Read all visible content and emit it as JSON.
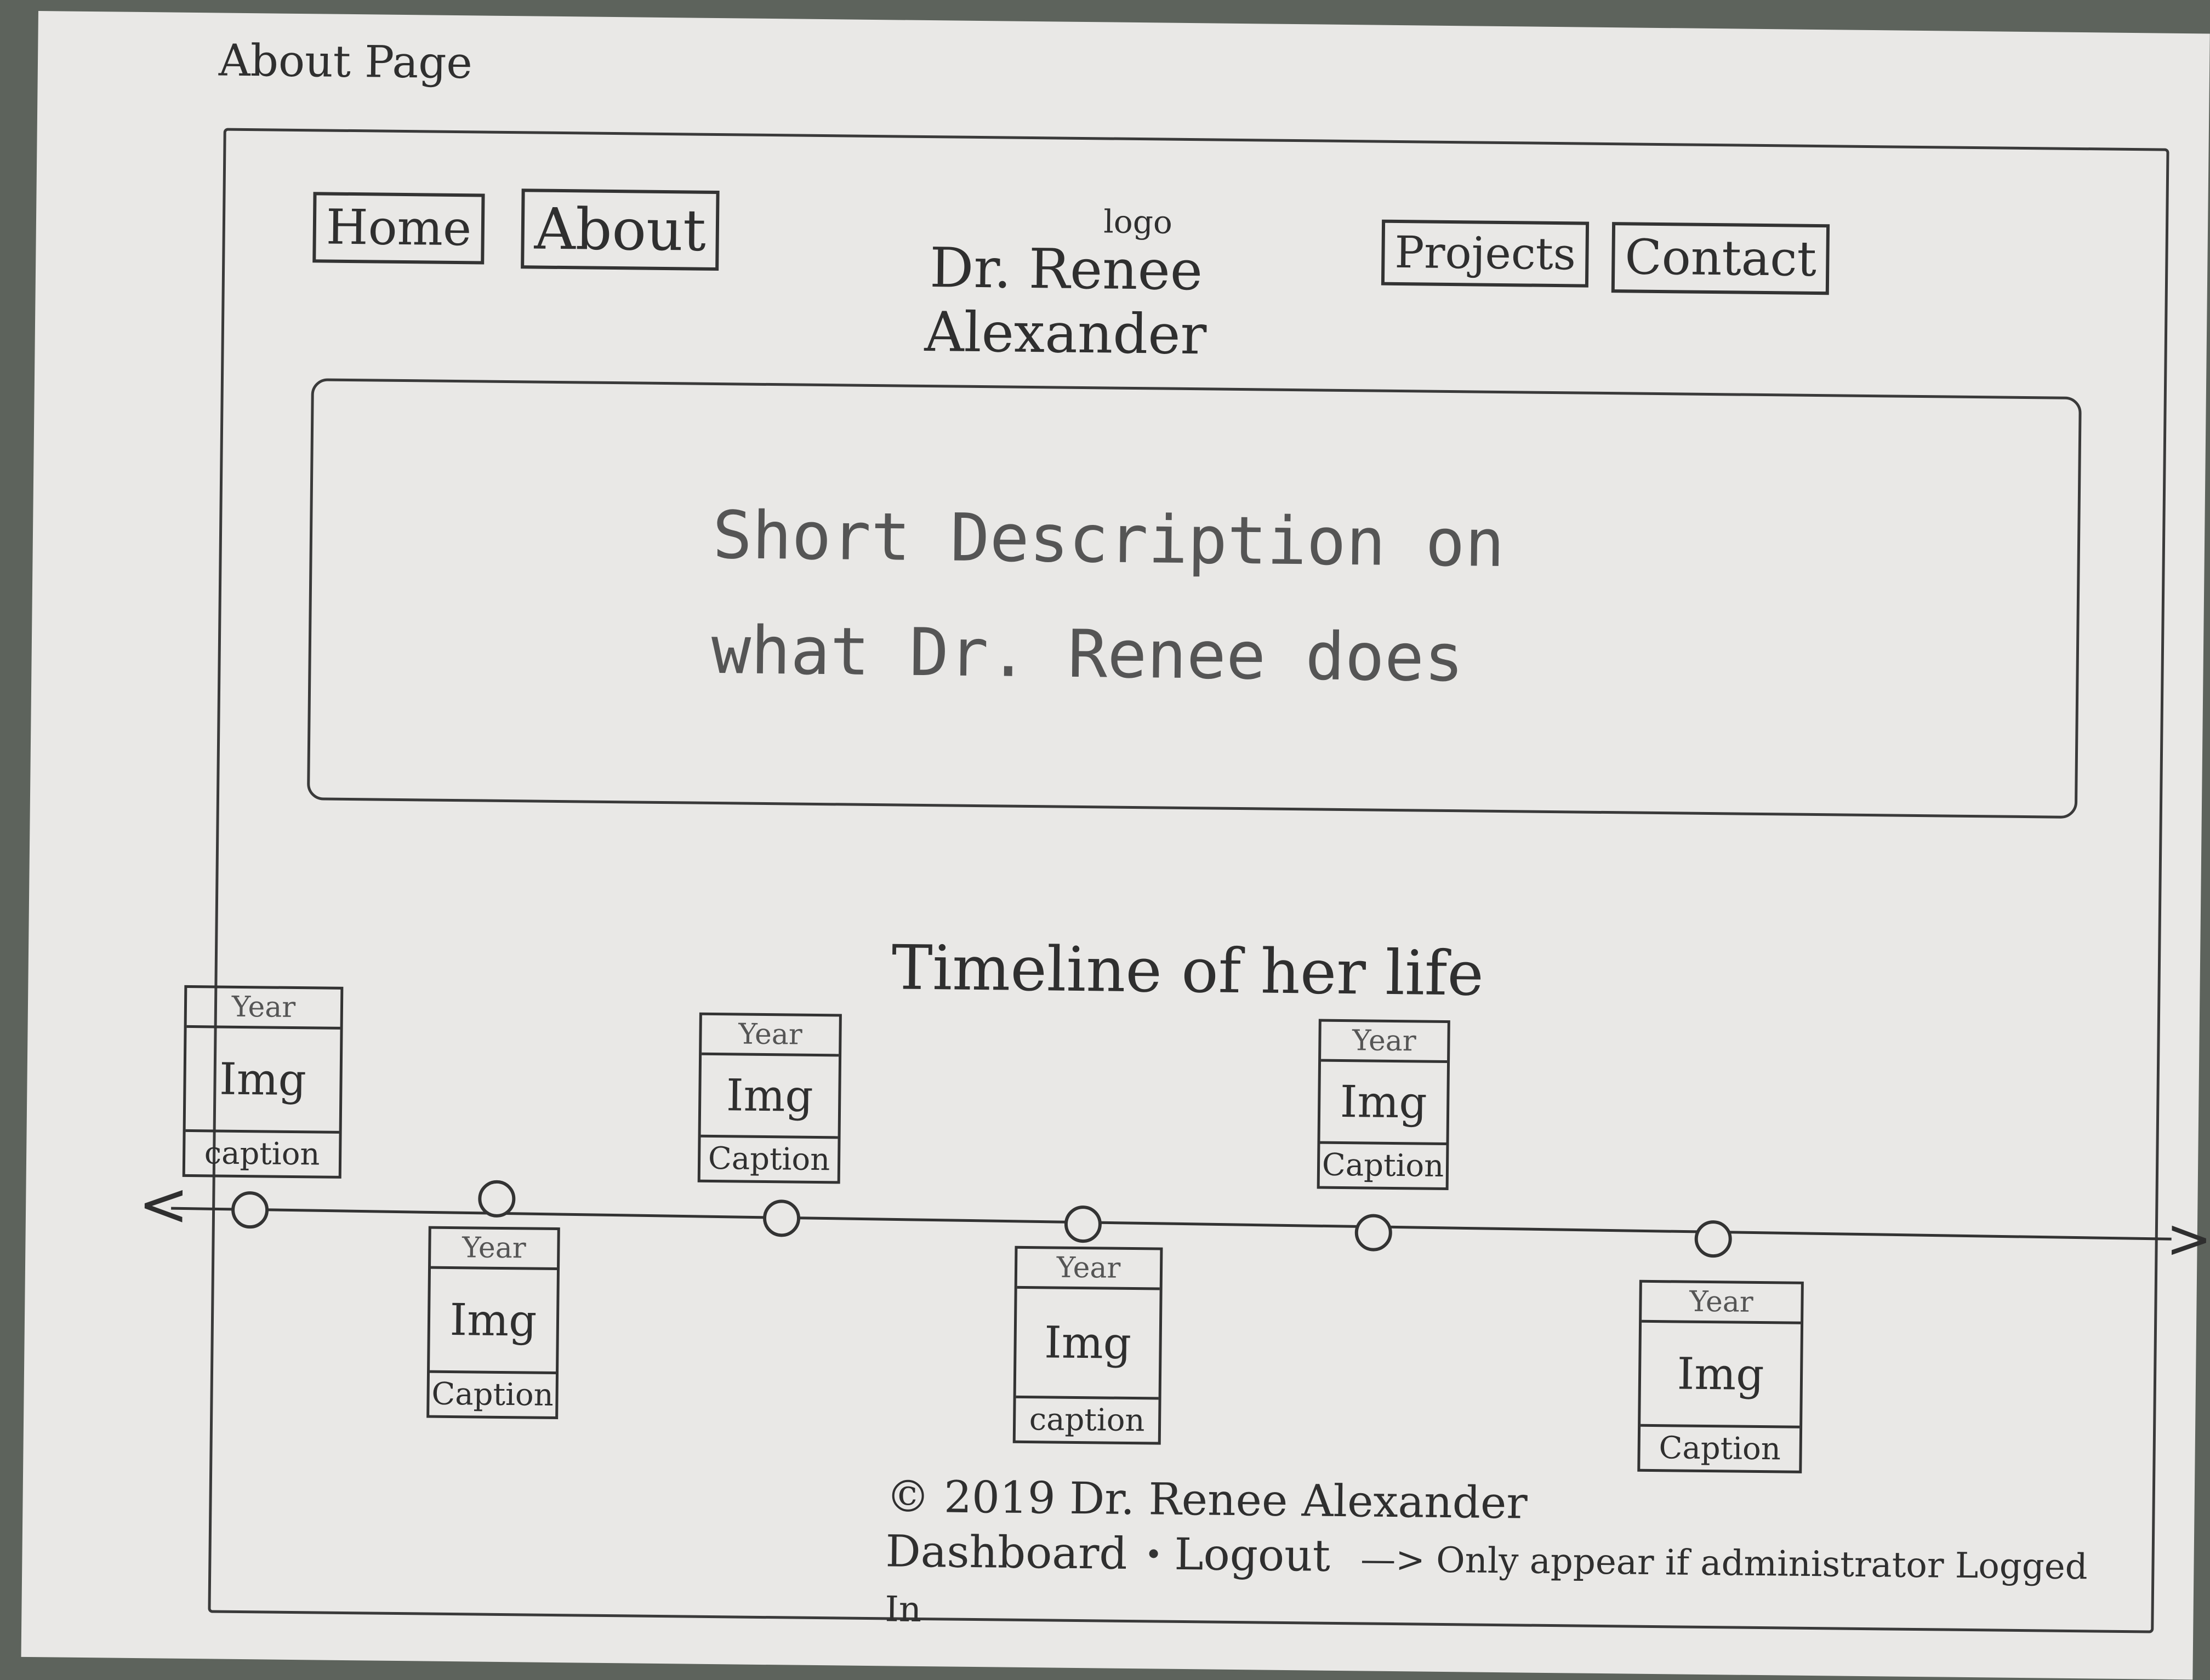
{
  "page_label": "About Page",
  "header": {
    "nav_left": [
      "Home",
      "About"
    ],
    "logo_tag": "logo",
    "brand": "Dr. Renee Alexander",
    "nav_right": [
      "Projects",
      "Contact"
    ]
  },
  "description": {
    "line1": "Short Description on",
    "line2": "what Dr. Renee does"
  },
  "timeline": {
    "title": "Timeline of her life",
    "cards": [
      {
        "year": "Year",
        "img": "Img",
        "caption": "caption"
      },
      {
        "year": "Year",
        "img": "Img",
        "caption": "Caption"
      },
      {
        "year": "Year",
        "img": "Img",
        "caption": "Caption"
      },
      {
        "year": "Year",
        "img": "Img",
        "caption": "caption"
      },
      {
        "year": "Year",
        "img": "Img",
        "caption": "Caption"
      },
      {
        "year": "Year",
        "img": "Img",
        "caption": "Caption"
      }
    ]
  },
  "footer": {
    "copyright": "© 2019 Dr. Renee Alexander",
    "dashboard": "Dashboard",
    "logout": "Logout",
    "note": "—> Only appear if administrator Logged In"
  }
}
